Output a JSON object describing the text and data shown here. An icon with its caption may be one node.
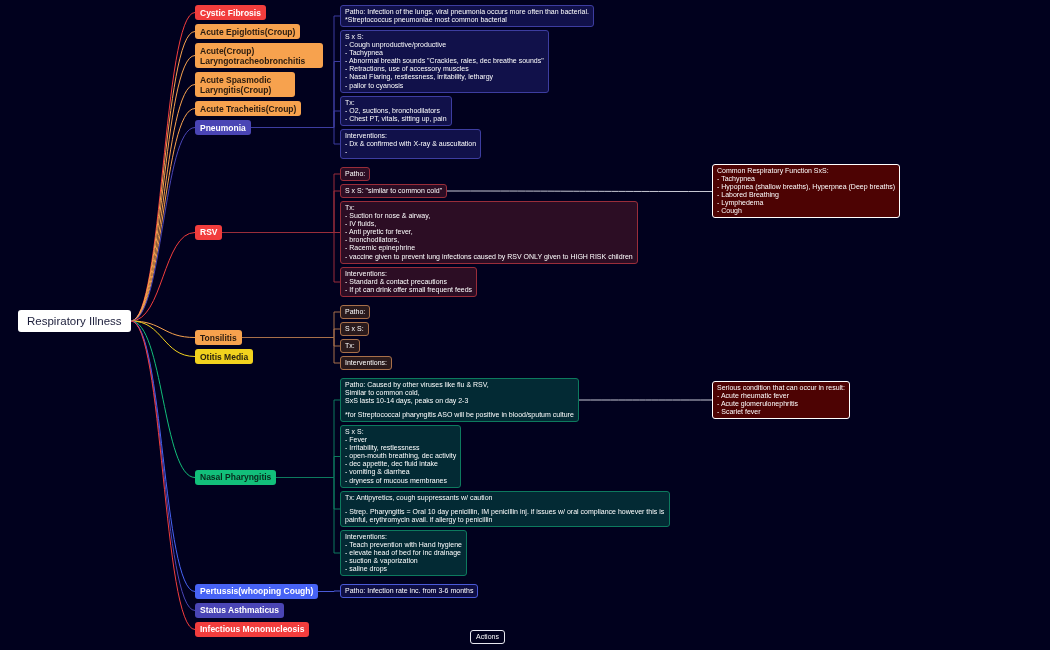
{
  "diagram": {
    "nodes": [
      {
        "text": [
          "Respiratory Illness"
        ]
      },
      {
        "text": [
          "Cystic Fibrosis"
        ]
      },
      {
        "text": [
          "Acute Epiglottis(Croup)"
        ]
      },
      {
        "text": [
          "Acute(Croup) Laryngotracheobronchitis"
        ]
      },
      {
        "text": [
          "Acute Spasmodic Laryngitis(Croup)"
        ]
      },
      {
        "text": [
          "Acute Tracheitis(Croup)"
        ]
      },
      {
        "text": [
          "Pneumonia"
        ]
      },
      {
        "text": [
          "Patho: Infection of the lungs, viral pneumonia occurs more often than bacterial.",
          "*Streptococcus pneumoniae most common bacterial"
        ]
      },
      {
        "text": [
          "S x S:",
          "- Cough unproductive/productive",
          "- Tachypnea",
          "- Abnormal breath sounds \"Crackles, rales, dec breathe sounds\"",
          "- Retractions, use of accessory muscles",
          "- Nasal Flaring, restlessness, irritability, lethargy",
          "- pallor to cyanosis"
        ]
      },
      {
        "text": [
          "Tx:",
          "- O2, suctions, bronchodilators",
          "- Chest PT, vitals, sitting up, pain"
        ]
      },
      {
        "text": [
          "Interventions:",
          "- Dx & confirmed with X-ray & auscultation",
          "-"
        ]
      },
      {
        "text": [
          "RSV"
        ]
      },
      {
        "text": [
          "Patho:"
        ]
      },
      {
        "text": [
          "S x S: \"similar to common cold\""
        ]
      },
      {
        "text": [
          "Common Respiratory Function SxS:",
          "- Tachypnea",
          "- Hypopnea (shallow breaths), Hyperpnea (Deep breaths)",
          "- Labored Breathing",
          "- Lymphedema",
          "- Cough"
        ]
      },
      {
        "text": [
          "Tx:",
          "- Suction for nose & airway,",
          "- IV fluids,",
          "- Anti pyretic for fever,",
          "- bronchodilators,",
          "- Racemic epinephrine",
          "- vaccine given to prevent lung infections caused by RSV ONLY given to HIGH RISK children"
        ]
      },
      {
        "text": [
          "Interventions:",
          "- Standard & contact precautions",
          "- If pt can drink offer small frequent feeds"
        ]
      },
      {
        "text": [
          "Tonsilitis"
        ]
      },
      {
        "text": [
          "Patho:"
        ]
      },
      {
        "text": [
          "S x S:"
        ]
      },
      {
        "text": [
          "Tx:"
        ]
      },
      {
        "text": [
          "Interventions:"
        ]
      },
      {
        "text": [
          "Otitis Media"
        ]
      },
      {
        "text": [
          "Nasal Pharyngitis"
        ]
      },
      {
        "text": [
          "Patho: Caused by other viruses like flu & RSV,",
          "Similar to common cold,",
          "SxS lasts 10-14 days, peaks on day 2-3",
          "*for Streptococcal pharyngitis ASO will be positive in blood/sputum culture"
        ]
      },
      {
        "text": [
          "Serious condition that can occur in result:",
          "- Acute rheumatic fever",
          "- Acute glomerulonephritis",
          "- Scarlet fever"
        ]
      },
      {
        "text": [
          "S x S:",
          "- Fever",
          "- Irritability, restlessness",
          "- open-mouth breathing, dec activity",
          "- dec appetite, dec fluid intake",
          "- vomiting & diarrhea",
          "- dryness of mucous membranes"
        ]
      },
      {
        "text": [
          "Tx: Antipyretics, cough suppressants w/ caution",
          "- Strep. Pharyngitis = Oral 10 day penicillin, IM penicillin inj. if issues w/ oral compliance however this is painful, erythromycin avail. if allergy to penicillin"
        ]
      },
      {
        "text": [
          "Interventions:",
          "- Teach prevention with Hand hygiene",
          "- elevate head of bed for inc drainage",
          "- suction & vaporization",
          "- saline drops"
        ]
      },
      {
        "text": [
          "Pertussis(whooping Cough)"
        ]
      },
      {
        "text": [
          "Patho: Infection rate inc. from 3-6 months"
        ]
      },
      {
        "text": [
          "Status Asthmaticus"
        ]
      },
      {
        "text": [
          "Infectious Mononucleosis"
        ]
      }
    ],
    "edges": [
      {
        "from": 0,
        "to": 1,
        "arrow": "none",
        "color": "#f23d3d"
      },
      {
        "from": 0,
        "to": 2,
        "arrow": "none",
        "color": "#f7a24e"
      },
      {
        "from": 0,
        "to": 3,
        "arrow": "none",
        "color": "#f7a24e"
      },
      {
        "from": 0,
        "to": 4,
        "arrow": "none",
        "color": "#f7a24e"
      },
      {
        "from": 0,
        "to": 5,
        "arrow": "none",
        "color": "#f7a24e"
      },
      {
        "from": 0,
        "to": 6,
        "arrow": "none",
        "color": "#4a45b5"
      },
      {
        "from": 6,
        "to": 7,
        "arrow": "none",
        "color": "#3d3da0"
      },
      {
        "from": 6,
        "to": 8,
        "arrow": "none",
        "color": "#3d3da0"
      },
      {
        "from": 6,
        "to": 9,
        "arrow": "none",
        "color": "#3d3da0"
      },
      {
        "from": 6,
        "to": 10,
        "arrow": "none",
        "color": "#3d3da0"
      },
      {
        "from": 0,
        "to": 11,
        "arrow": "none",
        "color": "#f23d3d"
      },
      {
        "from": 11,
        "to": 12,
        "arrow": "none",
        "color": "#9a2d3a"
      },
      {
        "from": 11,
        "to": 13,
        "arrow": "none",
        "color": "#9a2d3a"
      },
      {
        "from": 13,
        "to": 14,
        "arrow": "none",
        "color": "#c9cad6"
      },
      {
        "from": 11,
        "to": 15,
        "arrow": "none",
        "color": "#9a2d3a"
      },
      {
        "from": 11,
        "to": 16,
        "arrow": "none",
        "color": "#9a2d3a"
      },
      {
        "from": 0,
        "to": 17,
        "arrow": "none",
        "color": "#f7a24e"
      },
      {
        "from": 17,
        "to": 18,
        "arrow": "none",
        "color": "#a8704a"
      },
      {
        "from": 17,
        "to": 19,
        "arrow": "none",
        "color": "#a8704a"
      },
      {
        "from": 17,
        "to": 20,
        "arrow": "none",
        "color": "#a8704a"
      },
      {
        "from": 17,
        "to": 21,
        "arrow": "none",
        "color": "#a8704a"
      },
      {
        "from": 0,
        "to": 22,
        "arrow": "none",
        "color": "#f2d21e"
      },
      {
        "from": 0,
        "to": 23,
        "arrow": "none",
        "color": "#12bf7a"
      },
      {
        "from": 23,
        "to": 24,
        "arrow": "none",
        "color": "#0d7a5e"
      },
      {
        "from": 24,
        "to": 25,
        "arrow": "none",
        "color": "#c9cad6"
      },
      {
        "from": 23,
        "to": 26,
        "arrow": "none",
        "color": "#0d7a5e"
      },
      {
        "from": 23,
        "to": 27,
        "arrow": "none",
        "color": "#0d7a5e"
      },
      {
        "from": 23,
        "to": 28,
        "arrow": "none",
        "color": "#0d7a5e"
      },
      {
        "from": 0,
        "to": 29,
        "arrow": "none",
        "color": "#4763f5"
      },
      {
        "from": 29,
        "to": 30,
        "arrow": "none",
        "color": "#4a5ad8"
      },
      {
        "from": 0,
        "to": 31,
        "arrow": "none",
        "color": "#4a45b5"
      },
      {
        "from": 0,
        "to": 32,
        "arrow": "none",
        "color": "#f23d3d"
      }
    ],
    "labels": [
      "Actions"
    ]
  }
}
